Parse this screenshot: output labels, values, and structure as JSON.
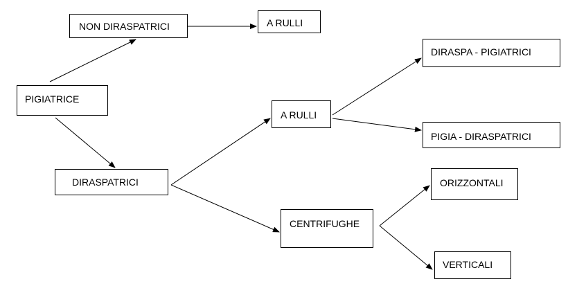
{
  "diagram": {
    "nodes": {
      "pigiatrice": "PIGIATRICE",
      "non_diraspatrici": "NON DIRASPATRICI",
      "a_rulli_top": "A RULLI",
      "diraspatrici": "DIRASPATRICI",
      "a_rulli_mid": "A RULLI",
      "centrifughe": "CENTRIFUGHE",
      "diraspa_pigiatrici": "DIRASPA - PIGIATRICI",
      "pigia_diraspatrici": "PIGIA - DIRASPATRICI",
      "orizzontali": "ORIZZONTALI",
      "verticali": "VERTICALI"
    },
    "colors": {
      "line": "#000000",
      "box_border": "#000000",
      "background": "#ffffff",
      "text": "#000000"
    }
  }
}
